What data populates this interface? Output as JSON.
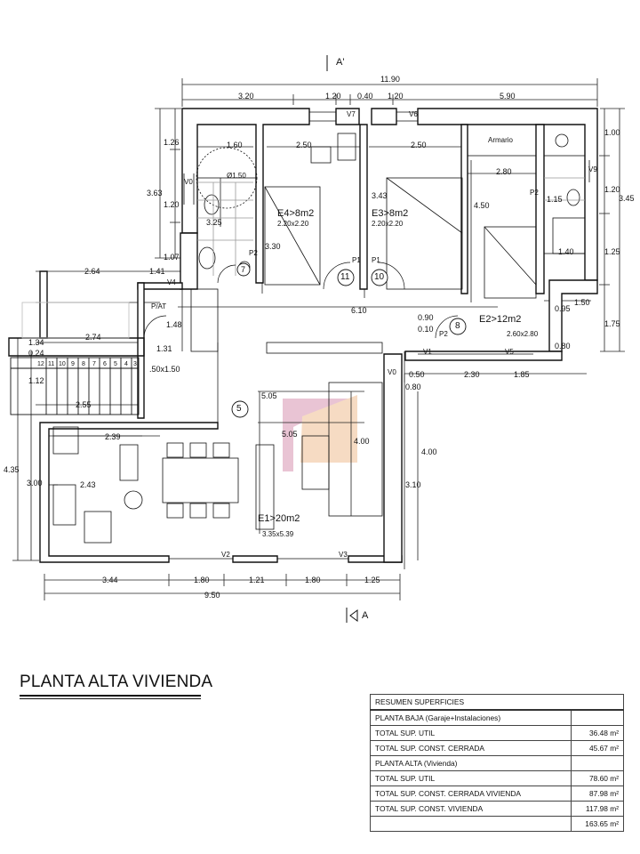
{
  "title": "PLANTA ALTA VIVIENDA",
  "section_top": "A'",
  "section_bottom": "A",
  "summary": {
    "header": "RESUMEN SUPERFICIES",
    "rows": [
      {
        "label": "PLANTA BAJA  (Garaje+Instalaciones)",
        "value": ""
      },
      {
        "label": "TOTAL SUP. UTIL",
        "value": "36.48 m²"
      },
      {
        "label": "TOTAL SUP. CONST. CERRADA",
        "value": "45.67 m²"
      },
      {
        "label": "PLANTA ALTA  (Vivienda)",
        "value": ""
      },
      {
        "label": "TOTAL SUP. UTIL",
        "value": "78.60 m²"
      },
      {
        "label": "TOTAL SUP. CONST. CERRADA VIVIENDA",
        "value": "87.98 m²"
      },
      {
        "label": "TOTAL SUP. CONST. VIVIENDA",
        "value": "117.98 m²"
      },
      {
        "label": "",
        "value": "163.65 m²"
      }
    ]
  },
  "rooms": {
    "e4": {
      "name": "E4>8m2",
      "size": "2.20x2.20"
    },
    "e3": {
      "name": "E3>8m2",
      "size": "2.20x2.20"
    },
    "e2": {
      "name": "E2>12m2",
      "size": "2.60x2.80"
    },
    "e1": {
      "name": "E1>20m2",
      "size": "3.35x5.39"
    },
    "armario": "Armario",
    "n11": "11",
    "n10": "10",
    "n8": "8",
    "n7": "7",
    "n5": "5"
  },
  "labels": {
    "v7": "V7",
    "v6": "V6",
    "v0a": "V0",
    "v0b": "V0",
    "v9": "V9",
    "v4": "V4",
    "v1": "V1",
    "v5": "V5",
    "v2": "V2",
    "v3": "V3",
    "p1a": "P1",
    "p1b": "P1",
    "p2a": "P2",
    "p2b": "P2",
    "p2c": "P2",
    "pat": "P/AT",
    "phi": "Ø1.50",
    "stairs": [
      "12",
      "11",
      "10",
      "9",
      "8",
      "7",
      "6",
      "5",
      "4",
      "3"
    ]
  },
  "dims": {
    "total_top": "11.90",
    "top_row": [
      "3.20",
      "1.20",
      "0.40",
      "1.20",
      "5.90"
    ],
    "left": [
      "1.26",
      "3.63",
      "1.20",
      "1.07",
      "1.41",
      "2.64",
      "1.48",
      "1.31",
      "1.34",
      "0.24",
      "1.12",
      "4.35",
      "3.00"
    ],
    "right": [
      "1.00",
      "1.20",
      "3.45",
      "1.25",
      "0.95",
      "1.50",
      "1.75",
      "0.80"
    ],
    "inner": [
      "1.60",
      "2.50",
      "2.50",
      "2.80",
      "3.25",
      "3.30",
      "3.43",
      "4.50",
      "1.15",
      "1.40",
      "6.10",
      "0.90",
      "0.10",
      "2.74",
      "2.55",
      ".50x1.50",
      "2.39",
      "2.43",
      "5.05",
      "5.05",
      "4.00",
      "0.50",
      "2.30",
      "1.85",
      "0.80",
      "4.00",
      "3.10"
    ],
    "bottom": [
      "3.44",
      "1.80",
      "1.21",
      "1.80",
      "1.25"
    ],
    "total_bottom": "9.50"
  }
}
